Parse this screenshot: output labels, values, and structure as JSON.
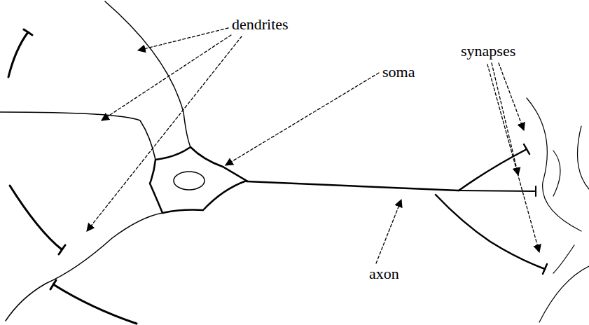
{
  "diagram": {
    "labels": [
      "dendrites",
      "soma",
      "axon",
      "synapses"
    ]
  }
}
